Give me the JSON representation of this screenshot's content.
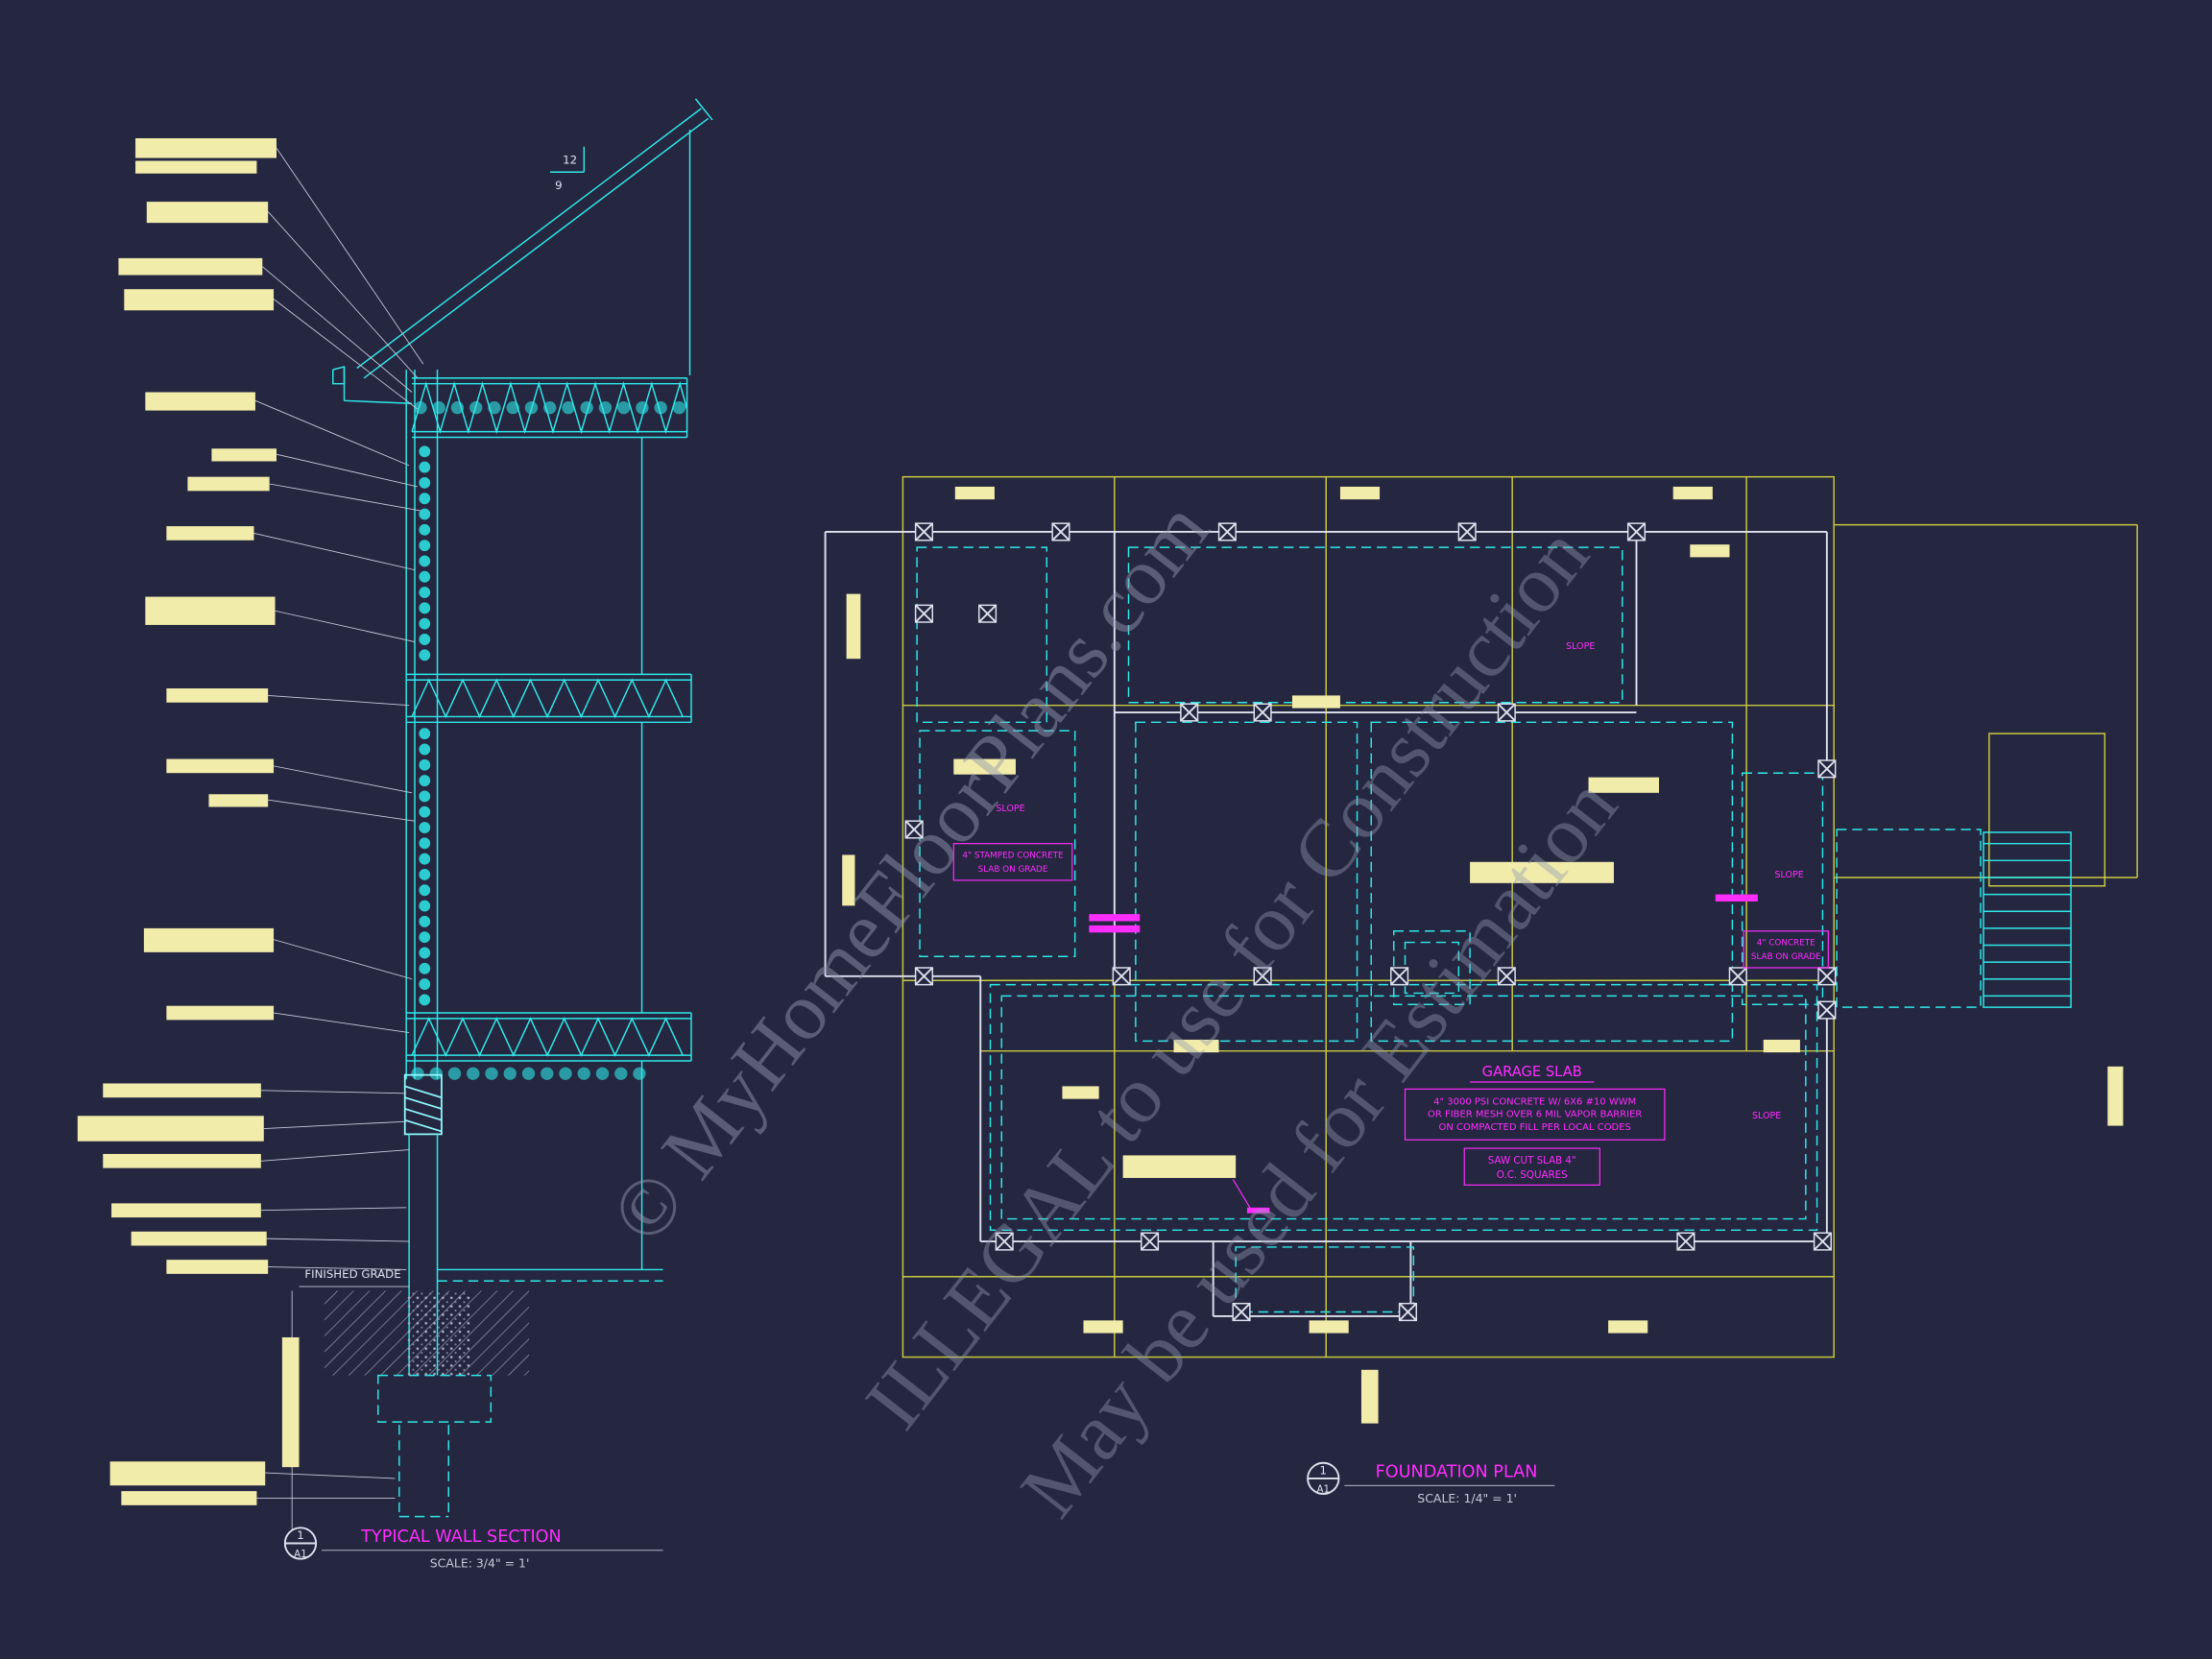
{
  "colors": {
    "background": "#252640",
    "cyan_line": "#2ee9e9",
    "white_line": "#dfe2ee",
    "yellow_line": "#c9ca40",
    "yellow_highlight": "#f2ecab",
    "magenta": "#ff2dff",
    "watermark": "#939ab0"
  },
  "watermark": {
    "line1": "© MyHomeFloorPlans.com",
    "line2": "ILLEGAL to use for Construction",
    "line3": "May be used for Estimation"
  },
  "wall_section": {
    "title": "TYPICAL WALL SECTION",
    "scale": "SCALE:  3/4\" = 1'",
    "detail_number": "1",
    "sheet": "A1",
    "finished_grade": "FINISHED GRADE",
    "pitch_rise": "12",
    "pitch_run": "9"
  },
  "foundation_plan": {
    "title": "FOUNDATION PLAN",
    "scale": "SCALE:  1/4\" = 1'",
    "detail_number": "1",
    "sheet": "A1",
    "garage_slab_heading": "GARAGE SLAB",
    "spec_line1": "4\" 3000 PSI CONCRETE W/ 6X6 #10 WWM",
    "spec_line2": "OR FIBER MESH OVER 6 MIL VAPOR BARRIER",
    "spec_line3": "ON COMPACTED FILL PER LOCAL CODES",
    "sawcut_line1": "SAW CUT SLAB 4\"",
    "sawcut_line2": "O.C. SQUARES",
    "stamped_line1": "4\" STAMPED CONCRETE",
    "stamped_line2": "SLAB ON GRADE",
    "slab_line1": "4\" CONCRETE",
    "slab_line2": "SLAB ON GRADE",
    "slope": "SLOPE"
  }
}
